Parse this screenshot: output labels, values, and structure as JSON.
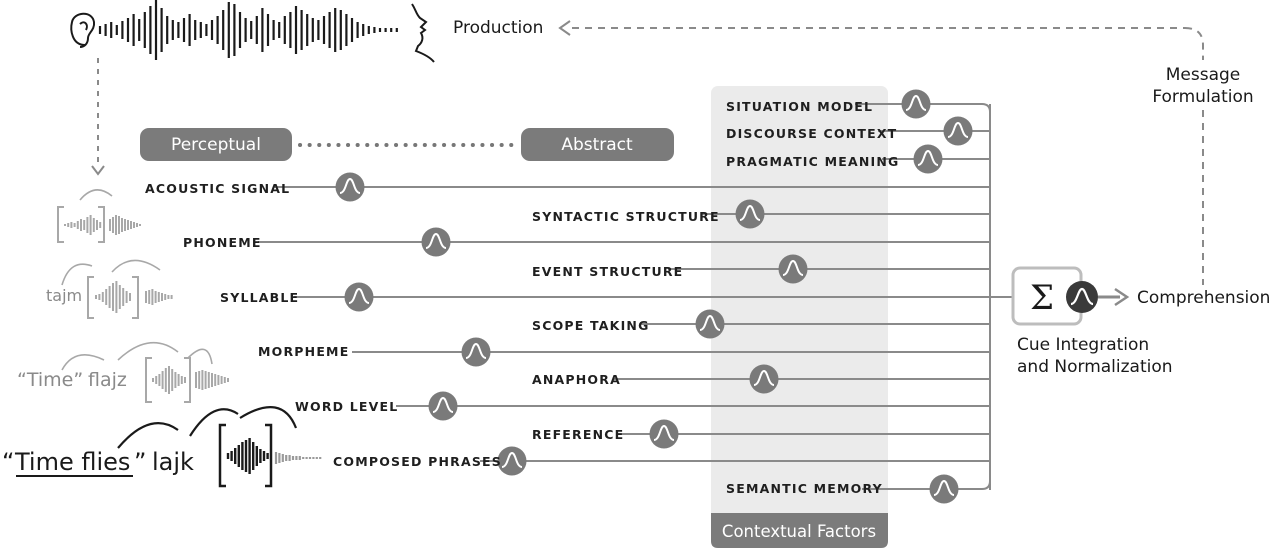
{
  "production_label": "Production",
  "message_formulation": [
    "Message",
    "Formulation"
  ],
  "comprehension_label": "Comprehension",
  "cue_integration": [
    "Cue Integration",
    "and Normalization"
  ],
  "sum_symbol": "Σ",
  "perceptual_label": "Perceptual",
  "abstract_label": "Abstract",
  "contextual_factors_label": "Contextual Factors",
  "contextual_cues": [
    "SITUATION MODEL",
    "DISCOURSE CONTEXT",
    "PRAGMATIC MEANING",
    "SEMANTIC MEMORY"
  ],
  "main_cues": [
    "ACOUSTIC SIGNAL",
    "PHONEME",
    "SYLLABLE",
    "MORPHEME",
    "WORD LEVEL",
    "COMPOSED PHRASES"
  ],
  "structure_cues": [
    "SYNTACTIC STRUCTURE",
    "EVENT STRUCTURE",
    "SCOPE TAKING",
    "ANAPHORA",
    "REFERENCE"
  ],
  "stimulus_examples": {
    "syllable_level": "tajm",
    "morpheme_quote": "“Time”",
    "morpheme_word": "flajz",
    "phrase_open_quote": "“",
    "phrase_text": "Time flies",
    "phrase_close_quote": "”",
    "phrase_word": "lajk"
  },
  "icons": [
    "ear-icon",
    "face-profile-icon",
    "waveform-icon",
    "gaussian-icon"
  ],
  "colors": {
    "line": "#8a8a8a",
    "node": "#7a7a7a",
    "pill": "#7b7b7b",
    "panel": "#ebebeb",
    "dark_node": "#3a3a3a"
  }
}
